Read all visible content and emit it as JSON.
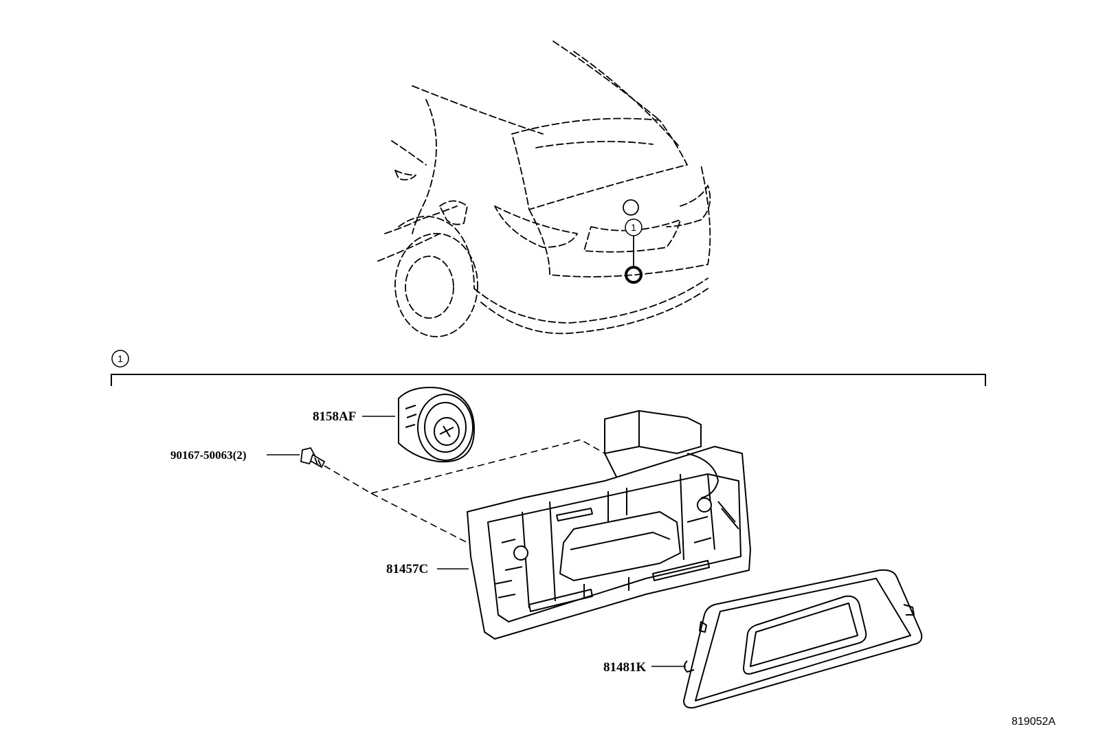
{
  "callout": {
    "symbol": "1"
  },
  "parts": {
    "p8158AF": "8158AF",
    "p90167": "90167-50063(2)",
    "p81457C": "81457C",
    "p81481K": "81481K"
  },
  "figure_id": "819052A"
}
